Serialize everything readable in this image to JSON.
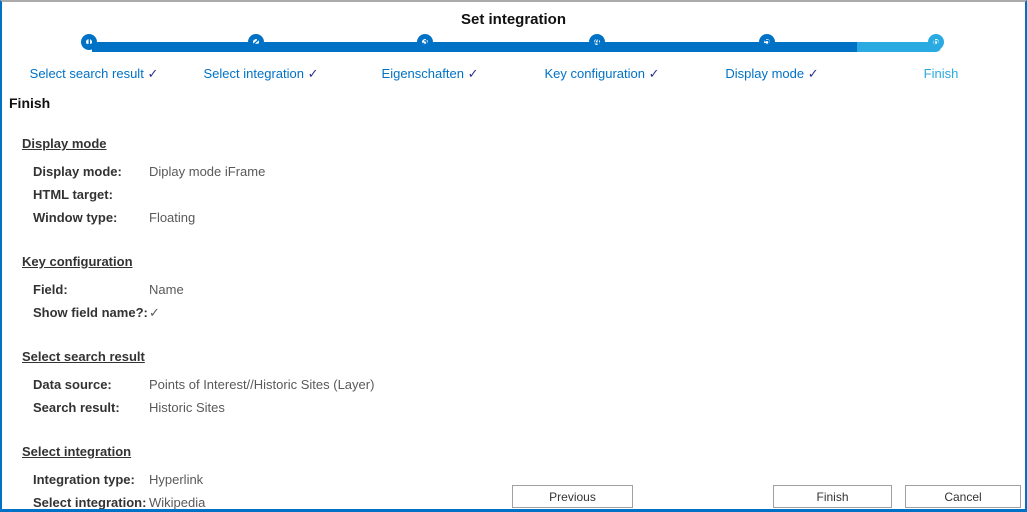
{
  "window": {
    "title": "Set integration"
  },
  "stepper": {
    "steps": [
      {
        "number": "1",
        "label": "Select search result",
        "check": "✓",
        "state": "done"
      },
      {
        "number": "2",
        "label": "Select integration",
        "check": "✓",
        "state": "done"
      },
      {
        "number": "3",
        "label": "Eigenschaften",
        "check": "✓",
        "state": "done"
      },
      {
        "number": "4",
        "label": "Key configuration",
        "check": "✓",
        "state": "done"
      },
      {
        "number": "5",
        "label": "Display mode",
        "check": "✓",
        "state": "done"
      },
      {
        "number": "6",
        "label": "Finish",
        "check": "",
        "state": "current"
      }
    ],
    "colors": {
      "done": "#0072C6",
      "current": "#29ABE2",
      "check": "#2E3192"
    }
  },
  "page": {
    "heading": "Finish"
  },
  "sections": [
    {
      "title": "Display mode",
      "rows": [
        {
          "label": "Display mode:",
          "value": "Diplay mode iFrame"
        },
        {
          "label": "HTML target:",
          "value": ""
        },
        {
          "label": "Window type:",
          "value": "Floating"
        }
      ]
    },
    {
      "title": "Key configuration",
      "rows": [
        {
          "label": "Field:",
          "value": "Name"
        },
        {
          "label": "Show field name?:",
          "value": "✓"
        }
      ]
    },
    {
      "title": "Select search result",
      "rows": [
        {
          "label": "Data source:",
          "value": "Points of Interest//Historic Sites (Layer)"
        },
        {
          "label": "Search result:",
          "value": "Historic Sites"
        }
      ]
    },
    {
      "title": "Select integration",
      "rows": [
        {
          "label": "Integration type:",
          "value": "Hyperlink"
        },
        {
          "label": "Select integration:",
          "value": "Wikipedia"
        }
      ]
    }
  ],
  "buttons": {
    "previous": "Previous",
    "finish": "Finish",
    "cancel": "Cancel"
  }
}
